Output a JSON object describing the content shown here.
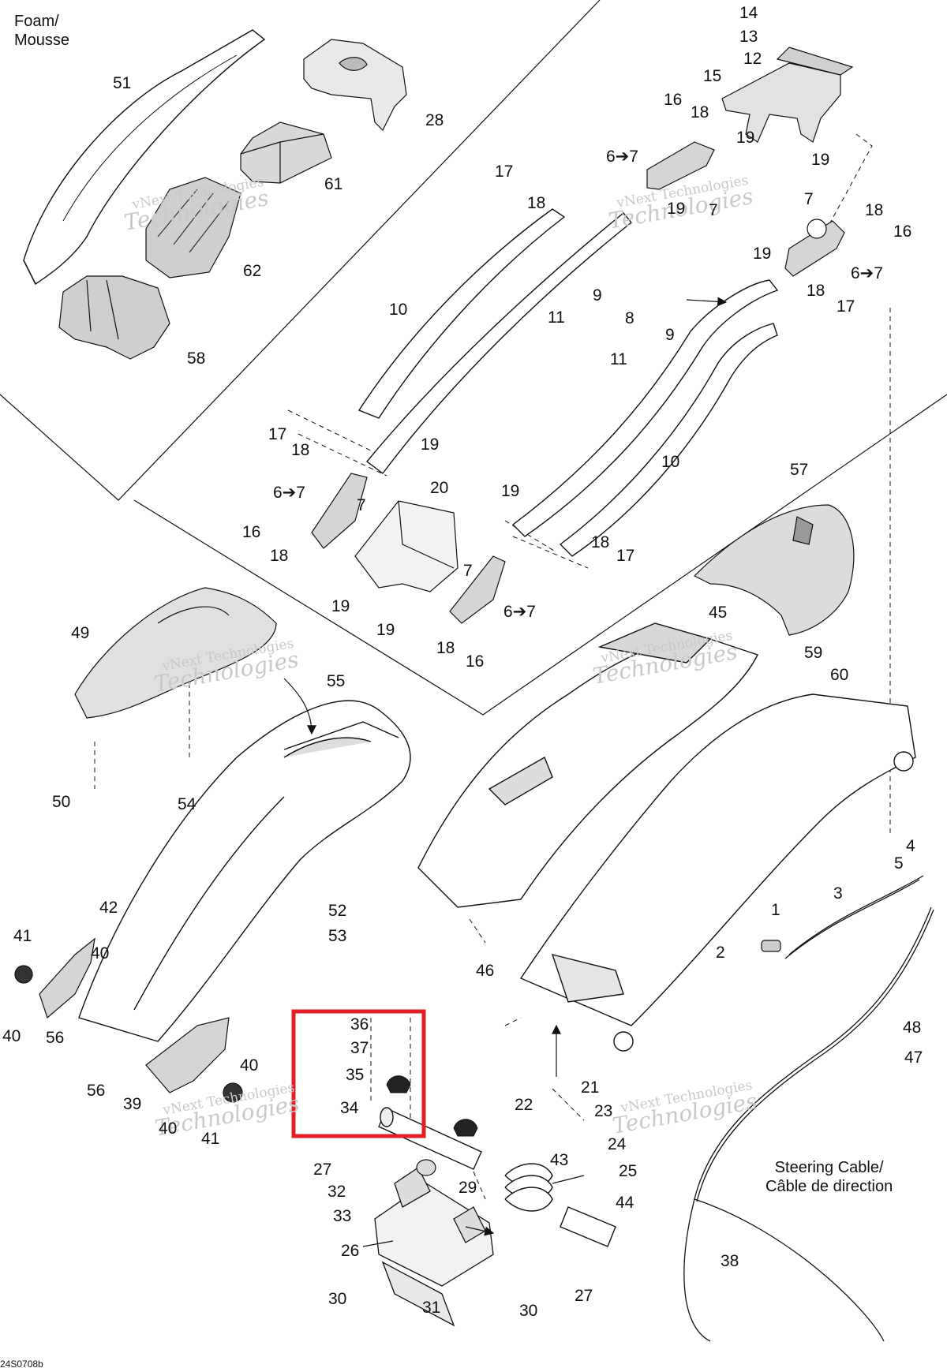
{
  "headers": {
    "foam_line1": "Foam/",
    "foam_line2": "Mousse",
    "steering_line1": "Steering Cable/",
    "steering_line2": "Câble de direction",
    "drawing_code": "24S0708b"
  },
  "watermark": {
    "line1": "vNext Technologies",
    "line2": "Technologies"
  },
  "highlight_color": "#e31e24",
  "callouts": {
    "c14": "14",
    "c13": "13",
    "c12": "12",
    "c15": "15",
    "c16a": "16",
    "c18a": "18",
    "c19a": "19",
    "c19b": "19",
    "c67a": "6➔7",
    "c17a": "17",
    "c18b": "18",
    "c19c": "19",
    "c7a": "7",
    "c7b": "7",
    "c18c": "18",
    "c16b": "16",
    "c67b": "6➔7",
    "c19d": "19",
    "c18d": "18",
    "c17b": "17",
    "c9a": "9",
    "c8": "8",
    "c9b": "9",
    "c10a": "10",
    "c11a": "11",
    "c11b": "11",
    "c10b": "10",
    "c51": "51",
    "c28": "28",
    "c61": "61",
    "c62": "62",
    "c58": "58",
    "c17c": "17",
    "c18e": "18",
    "c19e": "19",
    "c67c": "6➔7",
    "c7c": "7",
    "c16c": "16",
    "c18f": "18",
    "c20": "20",
    "c19f": "19",
    "c19g": "19",
    "c7d": "7",
    "c67d": "6➔7",
    "c18g": "18",
    "c16d": "16",
    "c19h": "19",
    "c18h": "18",
    "c17d": "17",
    "c57": "57",
    "c59": "59",
    "c60": "60",
    "c49": "49",
    "c50": "50",
    "c55": "55",
    "c54": "54",
    "c45": "45",
    "c52": "52",
    "c53": "53",
    "c46": "46",
    "c42": "42",
    "c41a": "41",
    "c40a": "40",
    "c40b": "40",
    "c56a": "56",
    "c56b": "56",
    "c39": "39",
    "c40c": "40",
    "c40d": "40",
    "c41b": "41",
    "c4": "4",
    "c5": "5",
    "c3": "3",
    "c1": "1",
    "c2": "2",
    "c48": "48",
    "c47": "47",
    "c36": "36",
    "c37": "37",
    "c35": "35",
    "c34": "34",
    "c22": "22",
    "c21": "21",
    "c23a": "23",
    "c23b": "23",
    "c24": "24",
    "c25": "25",
    "c27a": "27",
    "c32": "32",
    "c33": "33",
    "c29": "29",
    "c26": "26",
    "c43": "43",
    "c44": "44",
    "c30a": "30",
    "c31": "31",
    "c30b": "30",
    "c27b": "27",
    "c38": "38"
  }
}
